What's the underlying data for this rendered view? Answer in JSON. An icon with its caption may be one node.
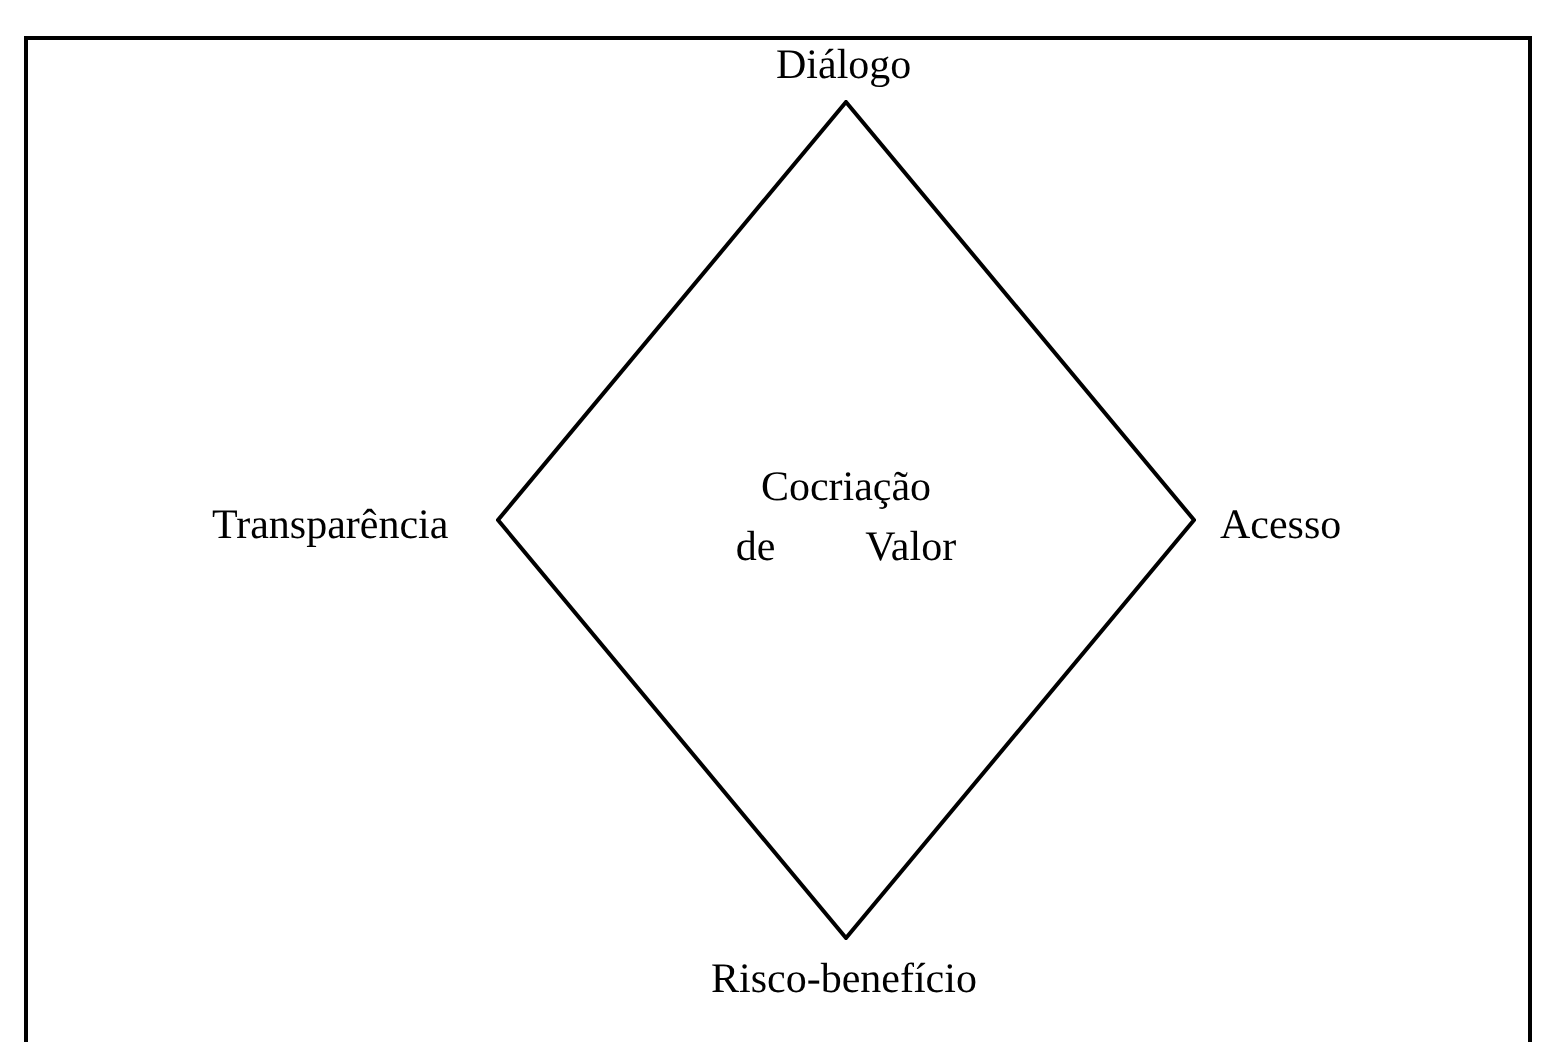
{
  "diagram": {
    "nodes": [
      {
        "text": [
          "Cocriação de Valor"
        ]
      }
    ],
    "edges": [],
    "labels": [
      "Diálogo",
      "Transparência",
      "Acesso",
      "Risco-benefício"
    ]
  }
}
